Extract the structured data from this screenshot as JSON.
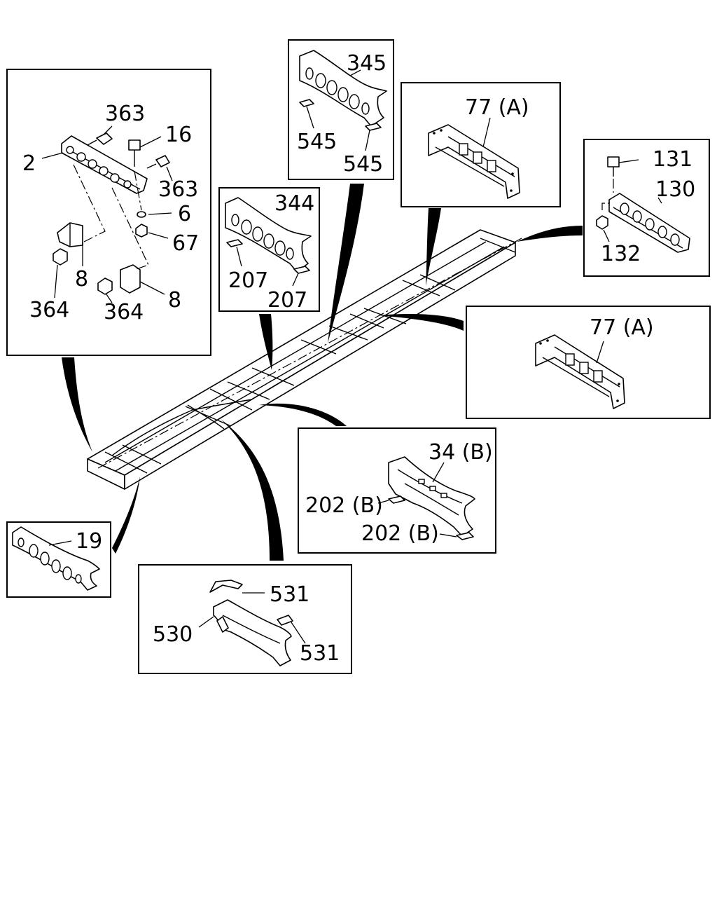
{
  "callouts": {
    "c_363a": "363",
    "c_16": "16",
    "c_2": "2",
    "c_363b": "363",
    "c_6": "6",
    "c_67": "67",
    "c_8a": "8",
    "c_364a": "364",
    "c_8b": "8",
    "c_364b": "364",
    "c_345": "345",
    "c_545a": "545",
    "c_545b": "545",
    "c_344": "344",
    "c_207a": "207",
    "c_207b": "207",
    "c_77a_top": "77 (A)",
    "c_77a_mid": "77 (A)",
    "c_131": "131",
    "c_130": "130",
    "c_132": "132",
    "c_34b": "34 (B)",
    "c_202b_a": "202 (B)",
    "c_202b_b": "202 (B)",
    "c_19": "19",
    "c_531a": "531",
    "c_530": "530",
    "c_531b": "531"
  }
}
